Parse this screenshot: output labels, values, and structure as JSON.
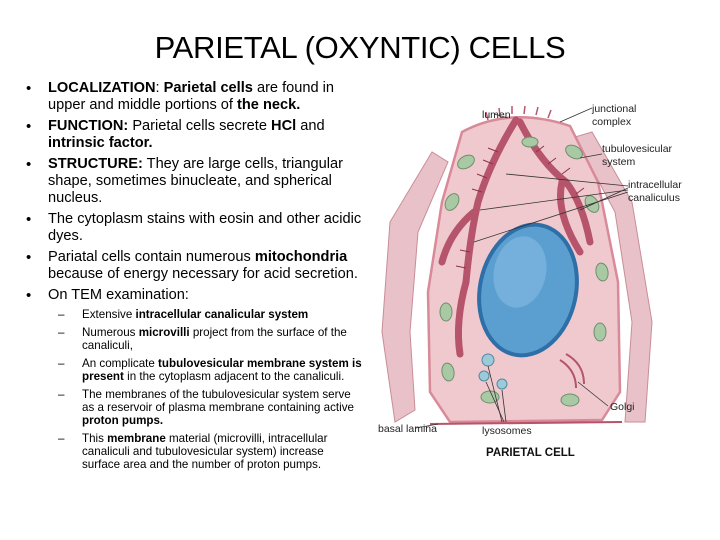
{
  "slide": {
    "title": "PARIETAL (OXYNTIC) CELLS",
    "bullets": [
      {
        "segments": [
          {
            "t": "LOCALIZATION",
            "b": true
          },
          {
            "t": ": ",
            "b": false
          },
          {
            "t": "Parietal cells",
            "b": true
          },
          {
            "t": " are found in upper and middle portions of ",
            "b": false
          },
          {
            "t": "the neck.",
            "b": true
          }
        ]
      },
      {
        "segments": [
          {
            "t": "FUNCTION:",
            "b": true
          },
          {
            "t": " Parietal cells secrete ",
            "b": false
          },
          {
            "t": "HCl",
            "b": true
          },
          {
            "t": " and ",
            "b": false
          },
          {
            "t": "intrinsic factor.",
            "b": true
          }
        ]
      },
      {
        "segments": [
          {
            "t": "STRUCTURE:",
            "b": true
          },
          {
            "t": " They are large cells, triangular shape, sometimes binucleate, and spherical nucleus.",
            "b": false
          }
        ]
      },
      {
        "segments": [
          {
            "t": "The cytoplasm stains with eosin and other acidic dyes.",
            "b": false
          }
        ]
      },
      {
        "segments": [
          {
            "t": "Pariatal cells contain numerous ",
            "b": false
          },
          {
            "t": "mitochondria",
            "b": true
          },
          {
            "t": " because of energy necessary for acid secretion.",
            "b": false
          }
        ]
      },
      {
        "segments": [
          {
            "t": "On TEM examination:",
            "b": false
          }
        ],
        "sub": [
          {
            "segments": [
              {
                "t": "Extensive ",
                "b": false
              },
              {
                "t": "intracellular canalicular system",
                "b": true
              }
            ]
          },
          {
            "segments": [
              {
                "t": "Numerous ",
                "b": false
              },
              {
                "t": "microvilli",
                "b": true
              },
              {
                "t": " project from the surface of the canaliculi,",
                "b": false
              }
            ]
          },
          {
            "segments": [
              {
                "t": "An complicate ",
                "b": false
              },
              {
                "t": "tubulovesicular membrane system is present",
                "b": true
              },
              {
                "t": " in the cytoplasm adjacent to the canaliculi.",
                "b": false
              }
            ]
          },
          {
            "segments": [
              {
                "t": "The membranes of the tubulovesicular system serve as a reservoir of plasma membrane containing active ",
                "b": false
              },
              {
                "t": "proton pumps.",
                "b": true
              }
            ]
          },
          {
            "segments": [
              {
                "t": "This ",
                "b": false
              },
              {
                "t": "membrane",
                "b": true
              },
              {
                "t": " material (microvilli, intracellular canaliculi and tubulovesicular system) increase surface area and the number of proton pumps.",
                "b": false
              }
            ]
          }
        ]
      }
    ]
  },
  "diagram": {
    "labels": {
      "lumen": "lumen",
      "junctional_1": "junctional",
      "junctional_2": "complex",
      "tubulo_1": "tubulovesicular",
      "tubulo_2": "system",
      "intra_1": "intracellular",
      "intra_2": "canaliculus",
      "golgi": "Golgi",
      "basal": "basal lamina",
      "lysosomes": "lysosomes"
    },
    "caption": "PARIETAL CELL",
    "colors": {
      "cytoplasm": "#f0c9cf",
      "membrane": "#d98a98",
      "canaliculus": "#b5546a",
      "nucleus": "#5b9fd0",
      "nucleus_rim": "#2f6fa8",
      "mitochondria": "#a9c9a4"
    }
  }
}
